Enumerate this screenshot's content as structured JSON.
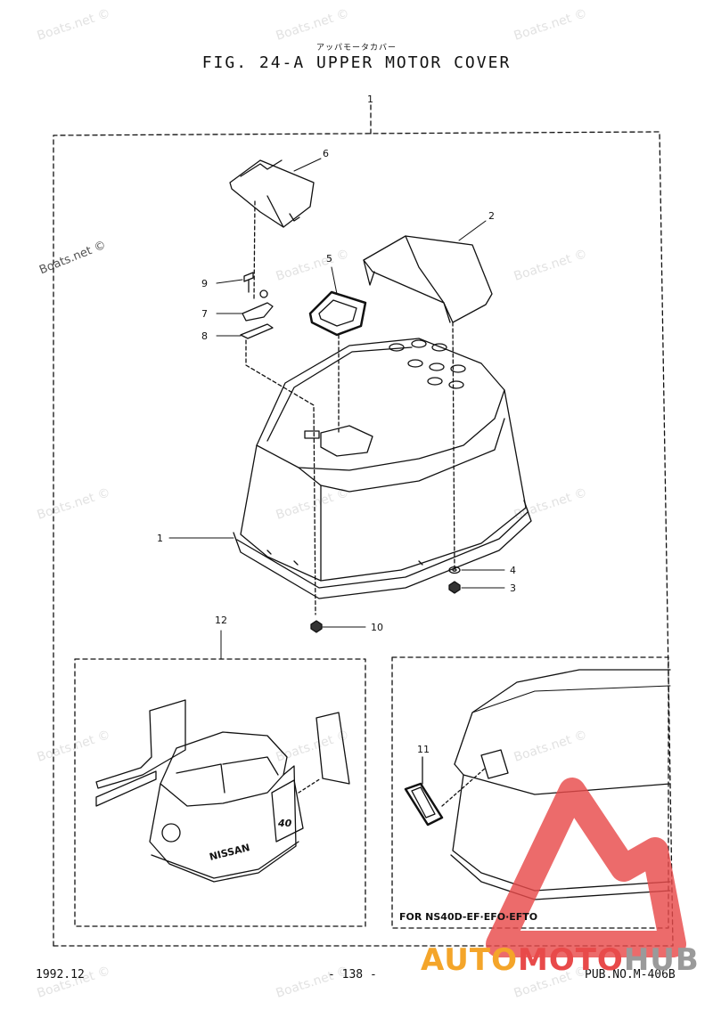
{
  "figure": {
    "title_japanese": "アッパモータカバー",
    "title": "FIG. 24-A UPPER MOTOR COVER"
  },
  "callouts": {
    "c1_top": "1",
    "c2": "2",
    "c3": "3",
    "c4": "4",
    "c5": "5",
    "c6": "6",
    "c7": "7",
    "c8": "8",
    "c9": "9",
    "c10": "10",
    "c1_left": "1",
    "c11": "11",
    "c12": "12"
  },
  "decal": {
    "number": "40",
    "brand_text": "NISSAN"
  },
  "inset_note": "FOR NS40D-EF·EFO·EFTO",
  "footer": {
    "date": "1992.12",
    "page": "- 138 -",
    "publication": "PUB.NO.M-406B"
  },
  "watermark": "Boats.net ©",
  "logo": {
    "part1": "AUTO",
    "part2": "MOTO",
    "part3": "HUB"
  },
  "colors": {
    "logo_orange": "#f4a52a",
    "logo_red": "#e84a4a",
    "logo_gray": "#9a9a9a"
  }
}
